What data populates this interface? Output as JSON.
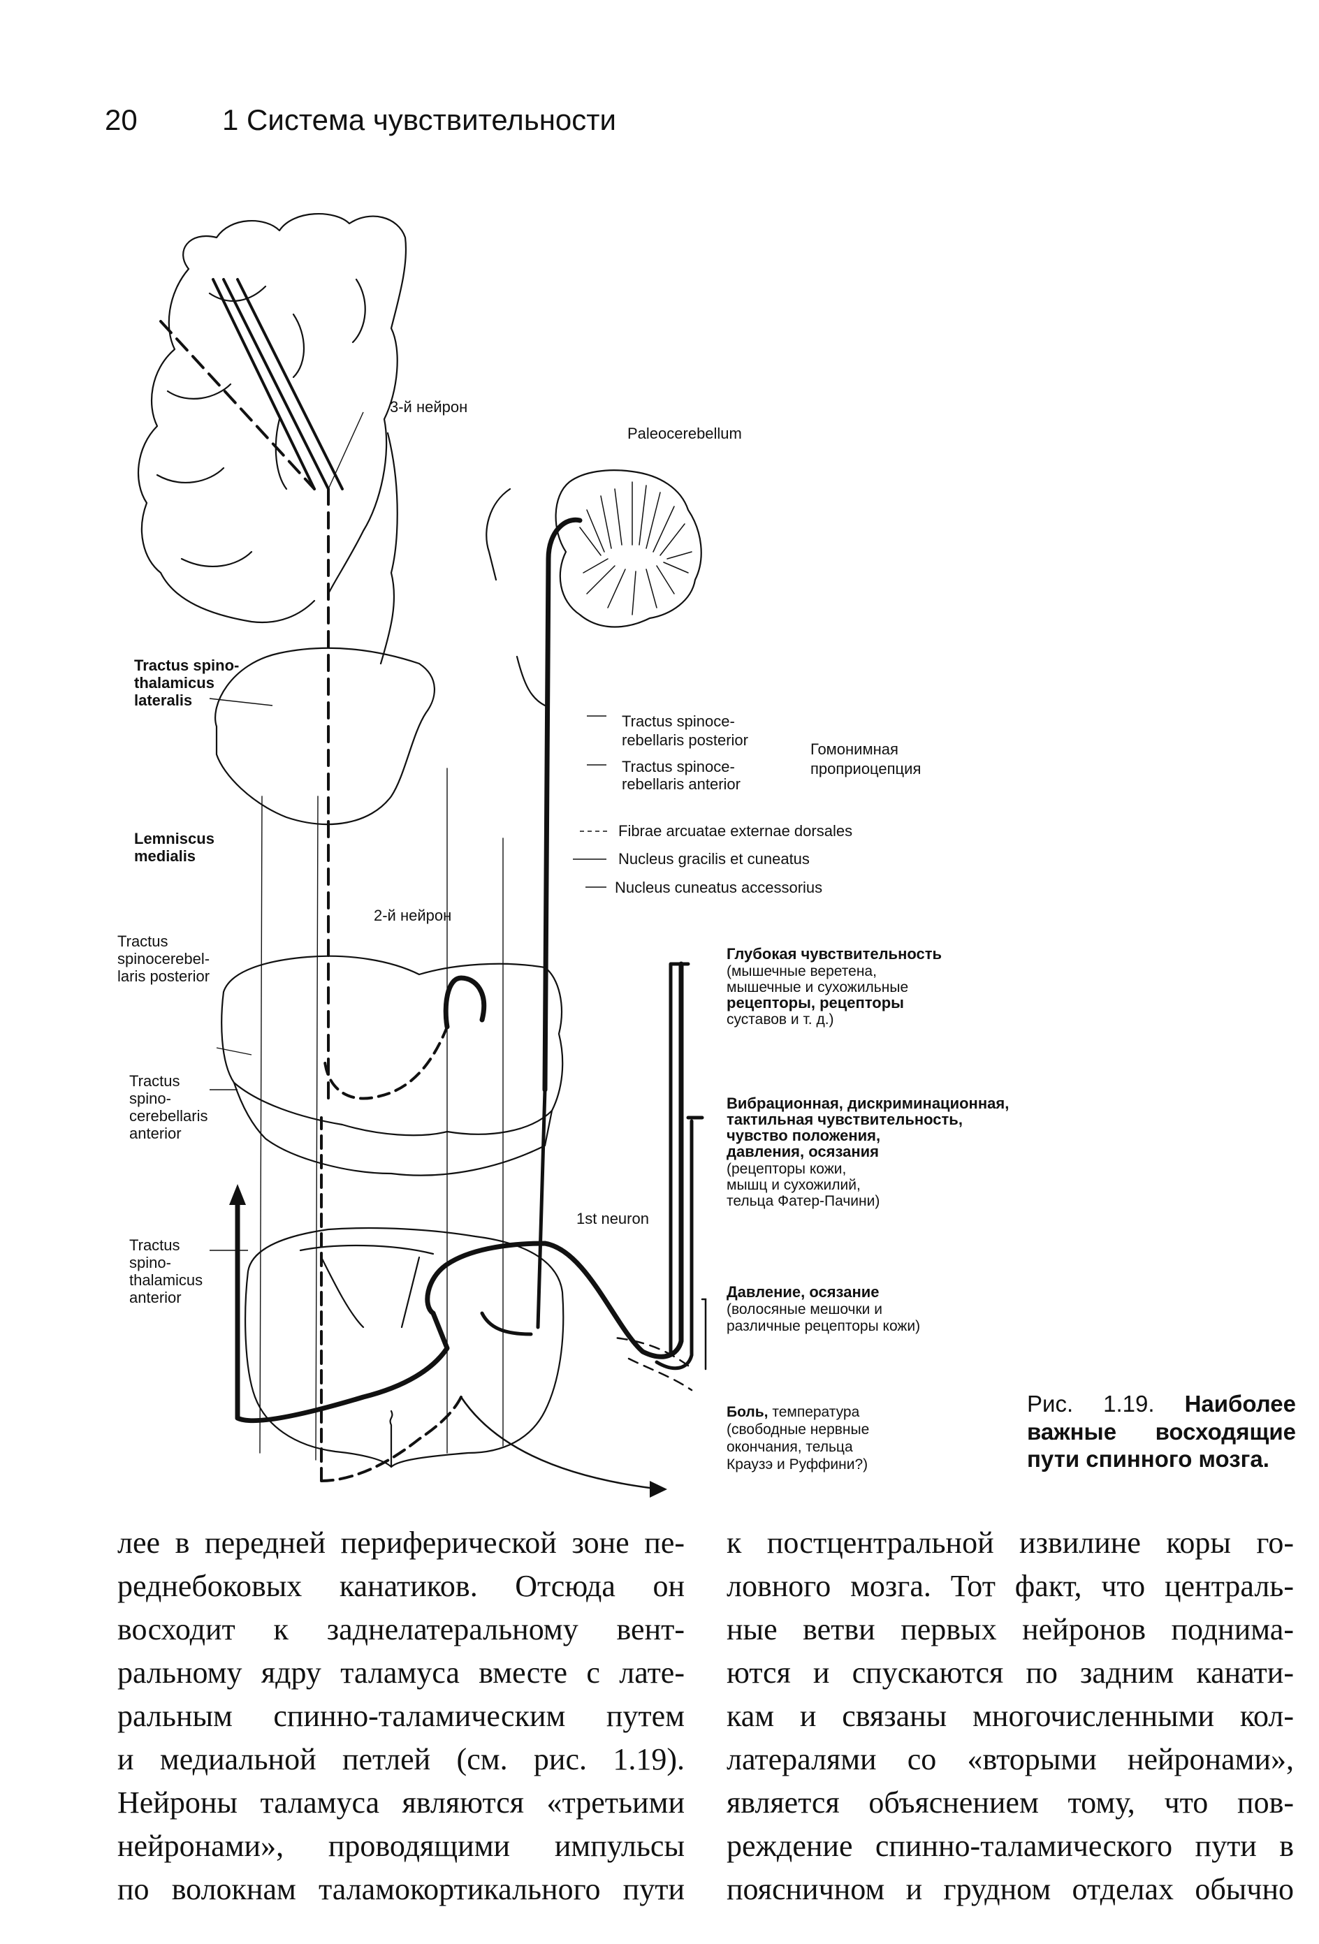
{
  "header": {
    "page_number": "20",
    "running_title": "1 Система чувствительности"
  },
  "figure": {
    "labels": {
      "third_neuron": "3-й нейрон",
      "paleocerebellum": "Paleocerebellum",
      "tsl": [
        "Tractus spino-",
        "thalamicus",
        "lateralis"
      ],
      "tscp_right": [
        "Tractus spinoce-",
        "rebellaris posterior"
      ],
      "tsca_right": [
        "Tractus spinoce-",
        "rebellaris anterior"
      ],
      "homonymous": [
        "Гомонимная",
        "проприоцепция"
      ],
      "lemniscus": [
        "Lemniscus",
        "medialis"
      ],
      "fibrae": "Fibrae arcuatae externae dorsales",
      "nucleus_gracilis": "Nucleus gracilis et cuneatus",
      "nucleus_cuneatus": "Nucleus cuneatus accessorius",
      "second_neuron": "2-й нейрон",
      "tscp_left": [
        "Tractus",
        "spinocerebel-",
        "laris posterior"
      ],
      "tsca_left": [
        "Tractus",
        "spino-",
        "cerebellaris",
        "anterior"
      ],
      "tsta_left": [
        "Tractus",
        "spino-",
        "thalamicus",
        "anterior"
      ],
      "first_neuron": "1st neuron"
    },
    "legend": {
      "deep": {
        "title": "Глубокая чувствительность",
        "lines": [
          "(мышечные веретена,",
          "мышечные и сухожильные",
          "рецепторы, рецепторы",
          "суставов и т. д.)"
        ]
      },
      "vibration": {
        "title_lines": [
          "Вибрационная, дискриминационная,",
          "тактильная чувствительность,",
          "чувство положения,",
          "давления, осязания"
        ],
        "lines": [
          "(рецепторы кожи,",
          "мышц и сухожилий,",
          "тельца Фатер-Пачини)"
        ]
      },
      "pressure": {
        "title": "Давление, осязание",
        "lines": [
          "(волосяные мешочки и",
          "различные рецепторы кожи)"
        ]
      },
      "pain": {
        "title": "Боль,",
        "title_rest": " температура",
        "lines": [
          "(свободные нервные",
          "окончания, тельца",
          "Краузэ и Руффини?)"
        ]
      }
    },
    "caption": {
      "prefix": "Рис. 1.19.",
      "text": "Наиболее важные восходящие пути спинного мозга."
    }
  },
  "body_text": {
    "left_column": [
      "лее в передней периферической зоне пе-",
      "реднебоковых канатиков. Отсюда он",
      "восходит к заднелатеральному вент-",
      "ральному ядру таламуса вместе с лате-",
      "ральным спинно-таламическим путем",
      "и медиальной петлей (см. рис. 1.19).",
      "Нейроны таламуса являются «третьими",
      "нейронами», проводящими импульсы",
      "по волокнам таламокортикального пути"
    ],
    "right_column": [
      "к постцентральной извилине коры го-",
      "ловного мозга. Тот факт, что централь-",
      "ные ветви первых нейронов поднима-",
      "ются и спускаются по задним канати-",
      "кам и связаны многочисленными кол-",
      "латералями со «вторыми нейронами»,",
      "является объяснением тому, что пов-",
      "реждение спинно-таламического пути в",
      "поясничном и грудном отделах обычно"
    ]
  }
}
